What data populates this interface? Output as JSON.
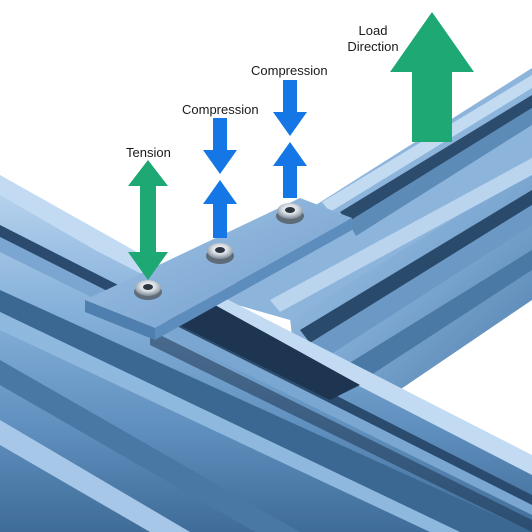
{
  "labels": {
    "tension": "Tension",
    "compression_1": "Compression",
    "compression_2": "Compression",
    "load_line1": "Load",
    "load_line2": "Direction"
  },
  "colors": {
    "tension_arrow": "#1ea874",
    "load_arrow": "#1ea874",
    "compression_arrow": "#1577e6",
    "profile_light": "#9ec4e6",
    "profile_mid": "#6f9fcb",
    "profile_dark": "#3d6a94",
    "slot_dark": "#1d3550",
    "plate": "#7ea9d3"
  }
}
